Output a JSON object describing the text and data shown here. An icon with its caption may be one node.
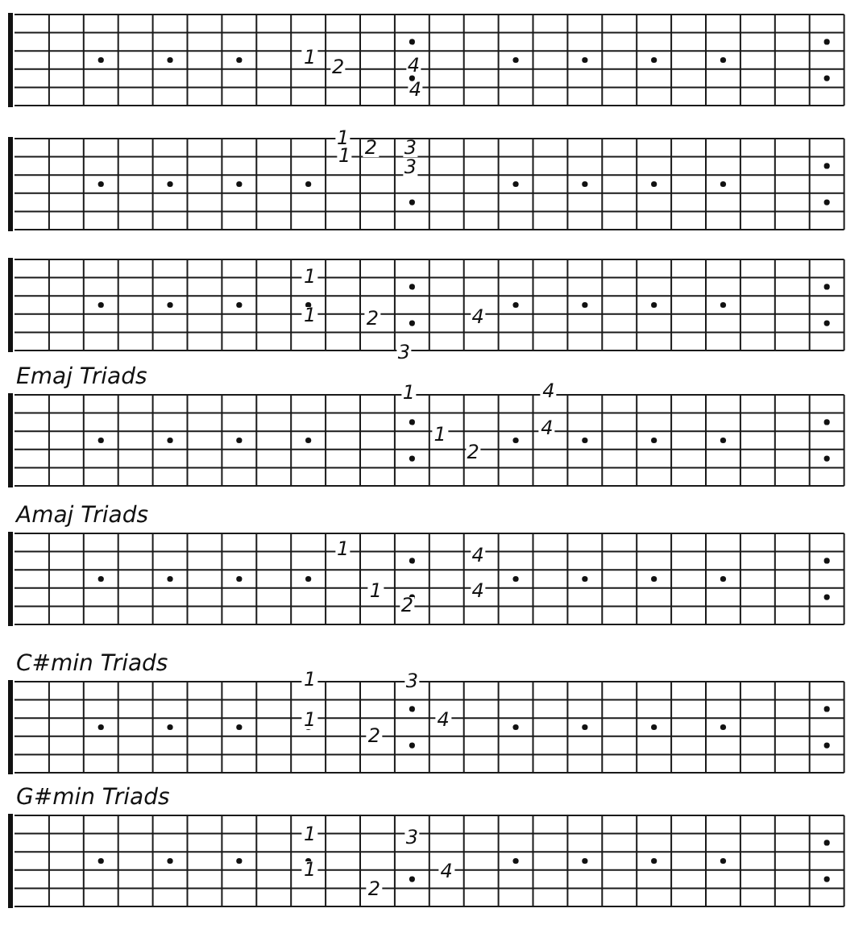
{
  "diagram": {
    "nodes": [
      {
        "text": [
          "1",
          "2",
          "4",
          "4"
        ]
      },
      {
        "text": [
          "1",
          "1",
          "2",
          "3",
          "3"
        ]
      },
      {
        "text": [
          "1",
          "1",
          "2",
          "3",
          "4"
        ]
      },
      {
        "text": [
          "Emaj Triads",
          "1",
          "1",
          "2",
          "4",
          "4"
        ]
      },
      {
        "text": [
          "Amaj Triads",
          "1",
          "1",
          "2",
          "4",
          "4"
        ]
      },
      {
        "text": [
          "C#min Triads",
          "1",
          "1",
          "2",
          "3",
          "4"
        ]
      },
      {
        "text": [
          "G#min Triads",
          "1",
          "1",
          "2",
          "3",
          "4"
        ]
      }
    ]
  }
}
